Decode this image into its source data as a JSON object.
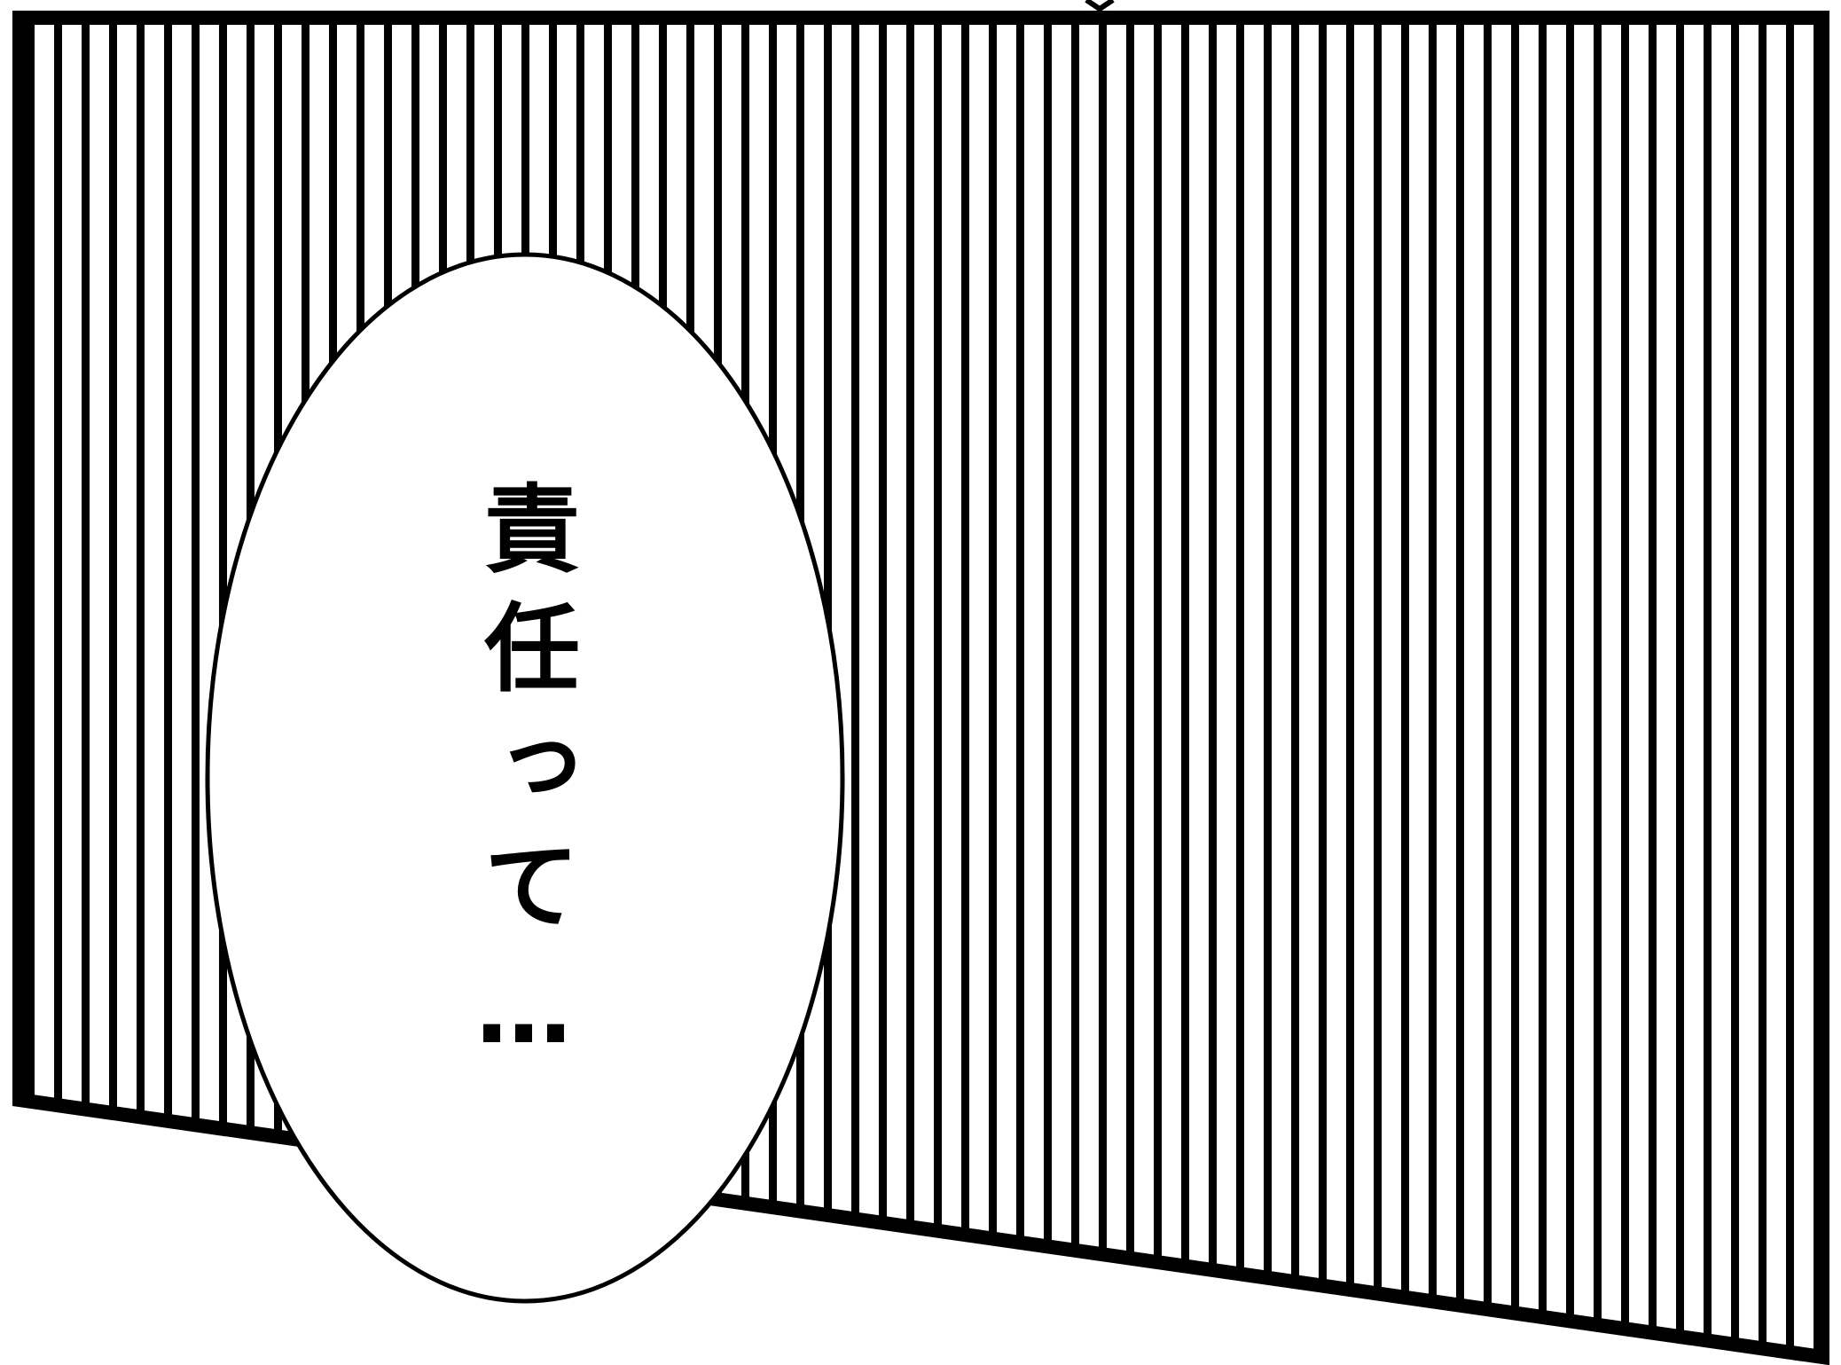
{
  "panel": {
    "pattern": "vertical-stripes",
    "stroke_color": "#000000",
    "fill_color": "#ffffff"
  },
  "speech_bubble": {
    "text": "責任って…",
    "orientation": "vertical",
    "fill_color": "#ffffff",
    "stroke_color": "#000000"
  }
}
